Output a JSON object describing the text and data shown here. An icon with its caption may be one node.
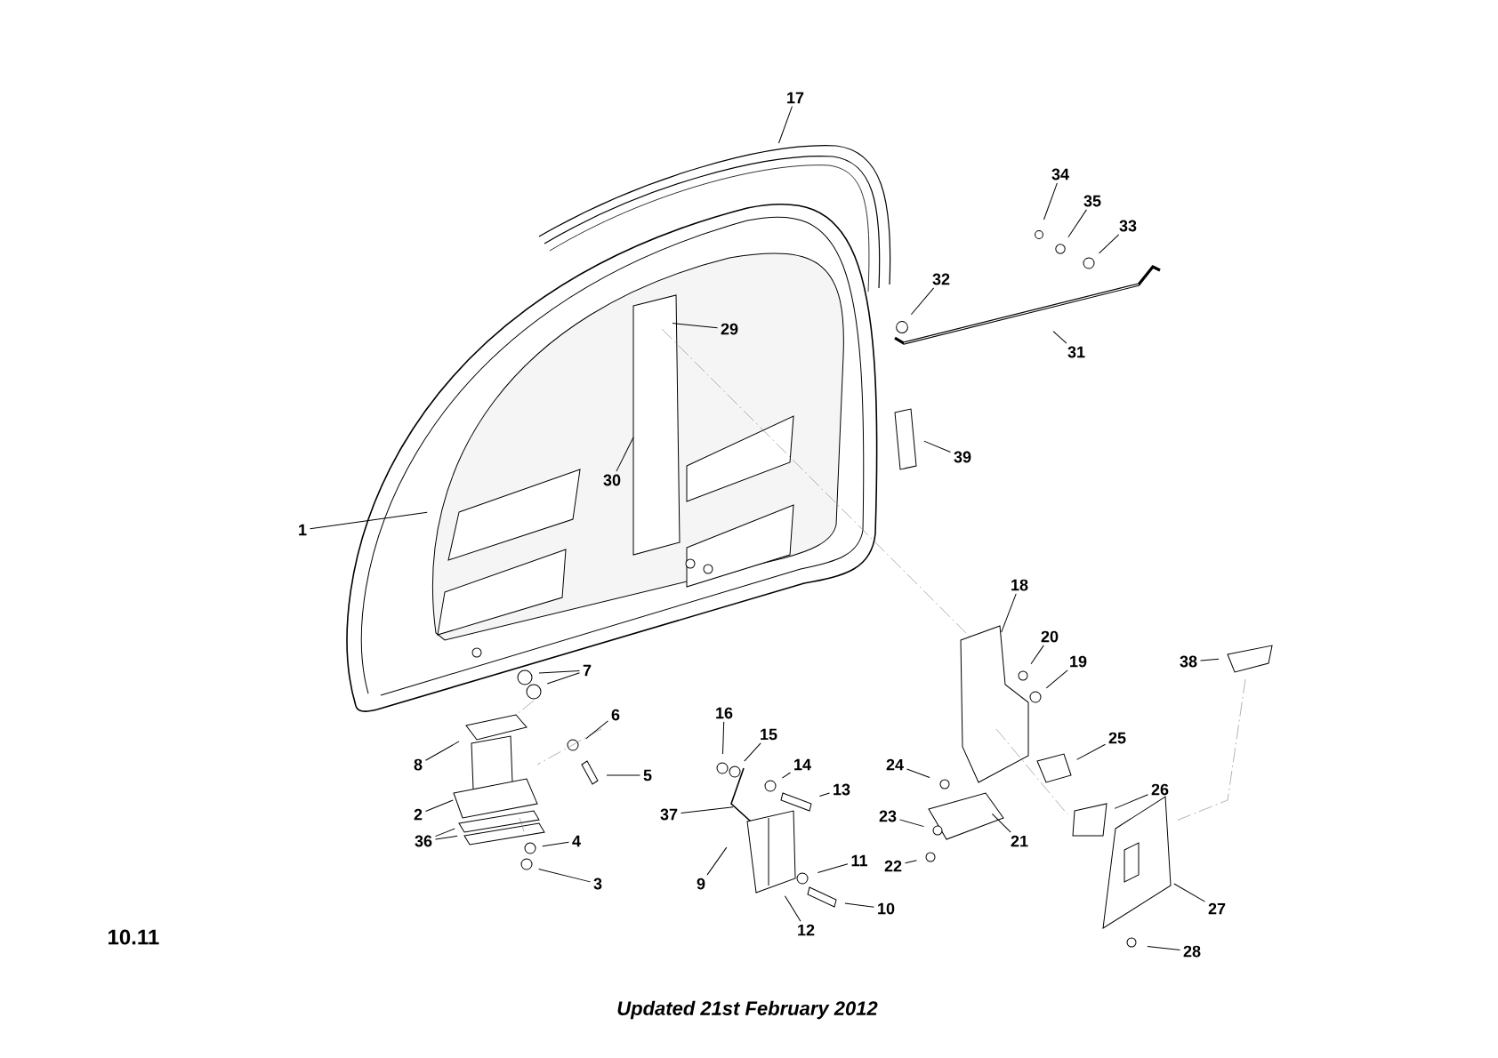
{
  "diagram": {
    "caption": "Updated 21st February 2012",
    "nodes": [
      {
        "text": [
          "17"
        ]
      },
      {
        "text": [
          "34"
        ]
      },
      {
        "text": [
          "35"
        ]
      },
      {
        "text": [
          "33"
        ]
      },
      {
        "text": [
          "32"
        ]
      },
      {
        "text": [
          "29"
        ]
      },
      {
        "text": [
          "31"
        ]
      },
      {
        "text": [
          "39"
        ]
      },
      {
        "text": [
          "30"
        ]
      },
      {
        "text": [
          "1"
        ]
      },
      {
        "text": [
          "18"
        ]
      },
      {
        "text": [
          "20"
        ]
      },
      {
        "text": [
          "38"
        ]
      },
      {
        "text": [
          "7"
        ]
      },
      {
        "text": [
          "19"
        ]
      },
      {
        "text": [
          "16"
        ]
      },
      {
        "text": [
          "25"
        ]
      },
      {
        "text": [
          "15"
        ]
      },
      {
        "text": [
          "8"
        ]
      },
      {
        "text": [
          "6"
        ]
      },
      {
        "text": [
          "14"
        ]
      },
      {
        "text": [
          "24"
        ]
      },
      {
        "text": [
          "5"
        ]
      },
      {
        "text": [
          "13"
        ]
      },
      {
        "text": [
          "26"
        ]
      },
      {
        "text": [
          "2"
        ]
      },
      {
        "text": [
          "37"
        ]
      },
      {
        "text": [
          "23"
        ]
      },
      {
        "text": [
          "21"
        ]
      },
      {
        "text": [
          "4"
        ]
      },
      {
        "text": [
          "36"
        ]
      },
      {
        "text": [
          "11"
        ]
      },
      {
        "text": [
          "3"
        ]
      },
      {
        "text": [
          "22"
        ]
      },
      {
        "text": [
          "9"
        ]
      },
      {
        "text": [
          "10"
        ]
      },
      {
        "text": [
          "27"
        ]
      },
      {
        "text": [
          "12"
        ]
      },
      {
        "text": [
          "28"
        ]
      }
    ],
    "edges": [
      {
        "from": 0,
        "to": null,
        "arrow": "none"
      },
      {
        "from": 1,
        "to": null,
        "arrow": "none"
      },
      {
        "from": 2,
        "to": null,
        "arrow": "none"
      },
      {
        "from": 3,
        "to": null,
        "arrow": "none"
      },
      {
        "from": 4,
        "to": null,
        "arrow": "none"
      },
      {
        "from": 5,
        "to": null,
        "arrow": "none"
      },
      {
        "from": 6,
        "to": null,
        "arrow": "none"
      },
      {
        "from": 7,
        "to": null,
        "arrow": "none"
      },
      {
        "from": 8,
        "to": null,
        "arrow": "none"
      },
      {
        "from": 9,
        "to": null,
        "arrow": "none"
      },
      {
        "from": 10,
        "to": null,
        "arrow": "none"
      },
      {
        "from": 11,
        "to": null,
        "arrow": "none"
      },
      {
        "from": 12,
        "to": null,
        "arrow": "none"
      },
      {
        "from": 13,
        "to": null,
        "arrow": "none"
      },
      {
        "from": 13,
        "to": null,
        "arrow": "none"
      },
      {
        "from": 14,
        "to": null,
        "arrow": "none"
      },
      {
        "from": 15,
        "to": null,
        "arrow": "none"
      },
      {
        "from": 16,
        "to": null,
        "arrow": "none"
      },
      {
        "from": 17,
        "to": null,
        "arrow": "none"
      },
      {
        "from": 18,
        "to": null,
        "arrow": "none"
      },
      {
        "from": 19,
        "to": null,
        "arrow": "none"
      },
      {
        "from": 20,
        "to": null,
        "arrow": "none"
      },
      {
        "from": 21,
        "to": null,
        "arrow": "none"
      },
      {
        "from": 22,
        "to": null,
        "arrow": "none"
      },
      {
        "from": 23,
        "to": null,
        "arrow": "none"
      },
      {
        "from": 24,
        "to": null,
        "arrow": "none"
      },
      {
        "from": 25,
        "to": null,
        "arrow": "none"
      },
      {
        "from": 26,
        "to": null,
        "arrow": "none"
      },
      {
        "from": 27,
        "to": null,
        "arrow": "none"
      },
      {
        "from": 28,
        "to": null,
        "arrow": "none"
      },
      {
        "from": 29,
        "to": null,
        "arrow": "none"
      },
      {
        "from": 30,
        "to": null,
        "arrow": "none"
      },
      {
        "from": 30,
        "to": null,
        "arrow": "none"
      },
      {
        "from": 31,
        "to": null,
        "arrow": "none"
      },
      {
        "from": 32,
        "to": null,
        "arrow": "none"
      },
      {
        "from": 33,
        "to": null,
        "arrow": "none"
      },
      {
        "from": 34,
        "to": null,
        "arrow": "none"
      },
      {
        "from": 35,
        "to": null,
        "arrow": "none"
      },
      {
        "from": 36,
        "to": null,
        "arrow": "none"
      },
      {
        "from": 37,
        "to": null,
        "arrow": "none"
      },
      {
        "from": 38,
        "to": null,
        "arrow": "none"
      }
    ],
    "labels": [
      "10.11"
    ]
  }
}
